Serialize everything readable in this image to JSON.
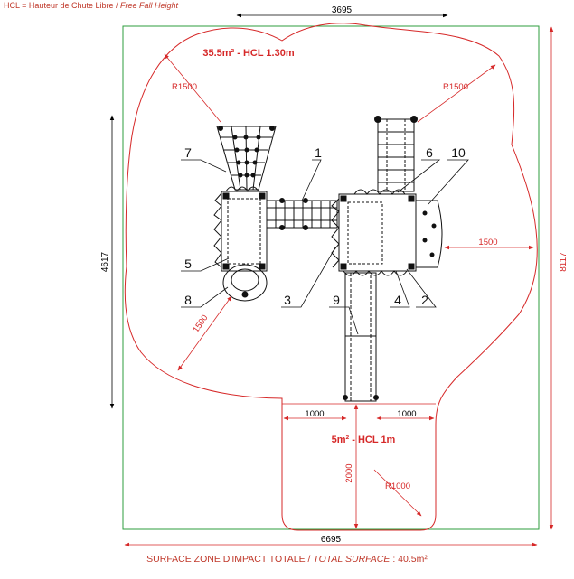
{
  "legend": {
    "abbr_fr": "HCL = Hauteur de Chute Libre",
    "separator": " / ",
    "abbr_en": "Free Fall Height"
  },
  "dimensions": {
    "top_width": "3695",
    "bottom_width": "6695",
    "left_height": "4617",
    "right_height": "8117",
    "radius_left": "R1500",
    "radius_right": "R1500",
    "clearance_right": "1500",
    "clearance_left": "1500",
    "slide_left": "1000",
    "slide_right": "1000",
    "slide_depth": "2000",
    "slide_radius": "R1000"
  },
  "zones": {
    "main": "35.5m² - HCL 1.30m",
    "slide": "5m² - HCL 1m"
  },
  "components": [
    "1",
    "2",
    "3",
    "4",
    "5",
    "6",
    "7",
    "8",
    "9",
    "10"
  ],
  "total_surface": {
    "fr": "SURFACE ZONE D'IMPACT TOTALE",
    "separator": " / ",
    "en": "TOTAL SURFACE",
    "value": " : 40.5m²"
  },
  "colors": {
    "zone_line": "#d62828",
    "boundary": "#2e9e3e",
    "dimension": "#000000",
    "text_red": "#c0392b"
  }
}
